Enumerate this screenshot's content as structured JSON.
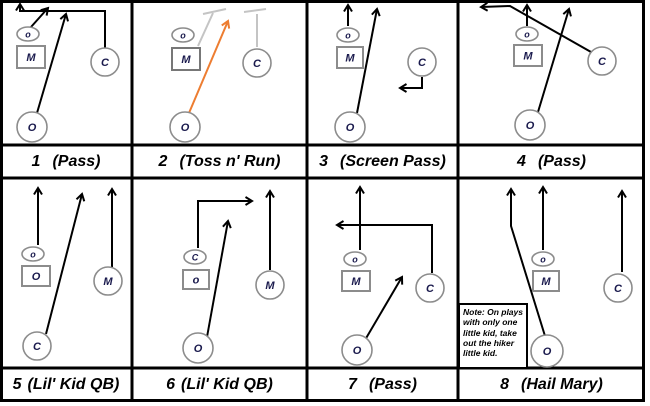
{
  "plays": [
    {
      "number": "1",
      "name": "(Pass)",
      "oval": "o",
      "square": "M",
      "right_circle": "C",
      "bottom_circle": "O"
    },
    {
      "number": "2",
      "name": "(Toss n' Run)",
      "oval": "o",
      "square": "M",
      "right_circle": "C",
      "bottom_circle": "O"
    },
    {
      "number": "3",
      "name": "(Screen Pass)",
      "oval": "o",
      "square": "M",
      "right_circle": "C",
      "bottom_circle": "O"
    },
    {
      "number": "4",
      "name": "(Pass)",
      "oval": "o",
      "square": "M",
      "right_circle": "C",
      "bottom_circle": "O"
    },
    {
      "number": "5",
      "name": "(Lil' Kid QB)",
      "oval": "o",
      "square": "O",
      "right_circle": "M",
      "bottom_circle": "C"
    },
    {
      "number": "6",
      "name": "(Lil' Kid QB)",
      "oval": "C",
      "square": "o",
      "right_circle": "M",
      "bottom_circle": "O"
    },
    {
      "number": "7",
      "name": "(Pass)",
      "oval": "o",
      "square": "M",
      "right_circle": "C",
      "bottom_circle": "O"
    },
    {
      "number": "8",
      "name": "(Hail Mary)",
      "oval": "o",
      "square": "M",
      "right_circle": "C",
      "bottom_circle": "O"
    }
  ],
  "note": "Note: On plays with only one little kid, take out the hiker little kid.",
  "colors": {
    "route": "#000000",
    "toss_route": "#ED7D31",
    "block_line": "#C4C4C4",
    "shape_stroke": "#8C8C8C"
  }
}
